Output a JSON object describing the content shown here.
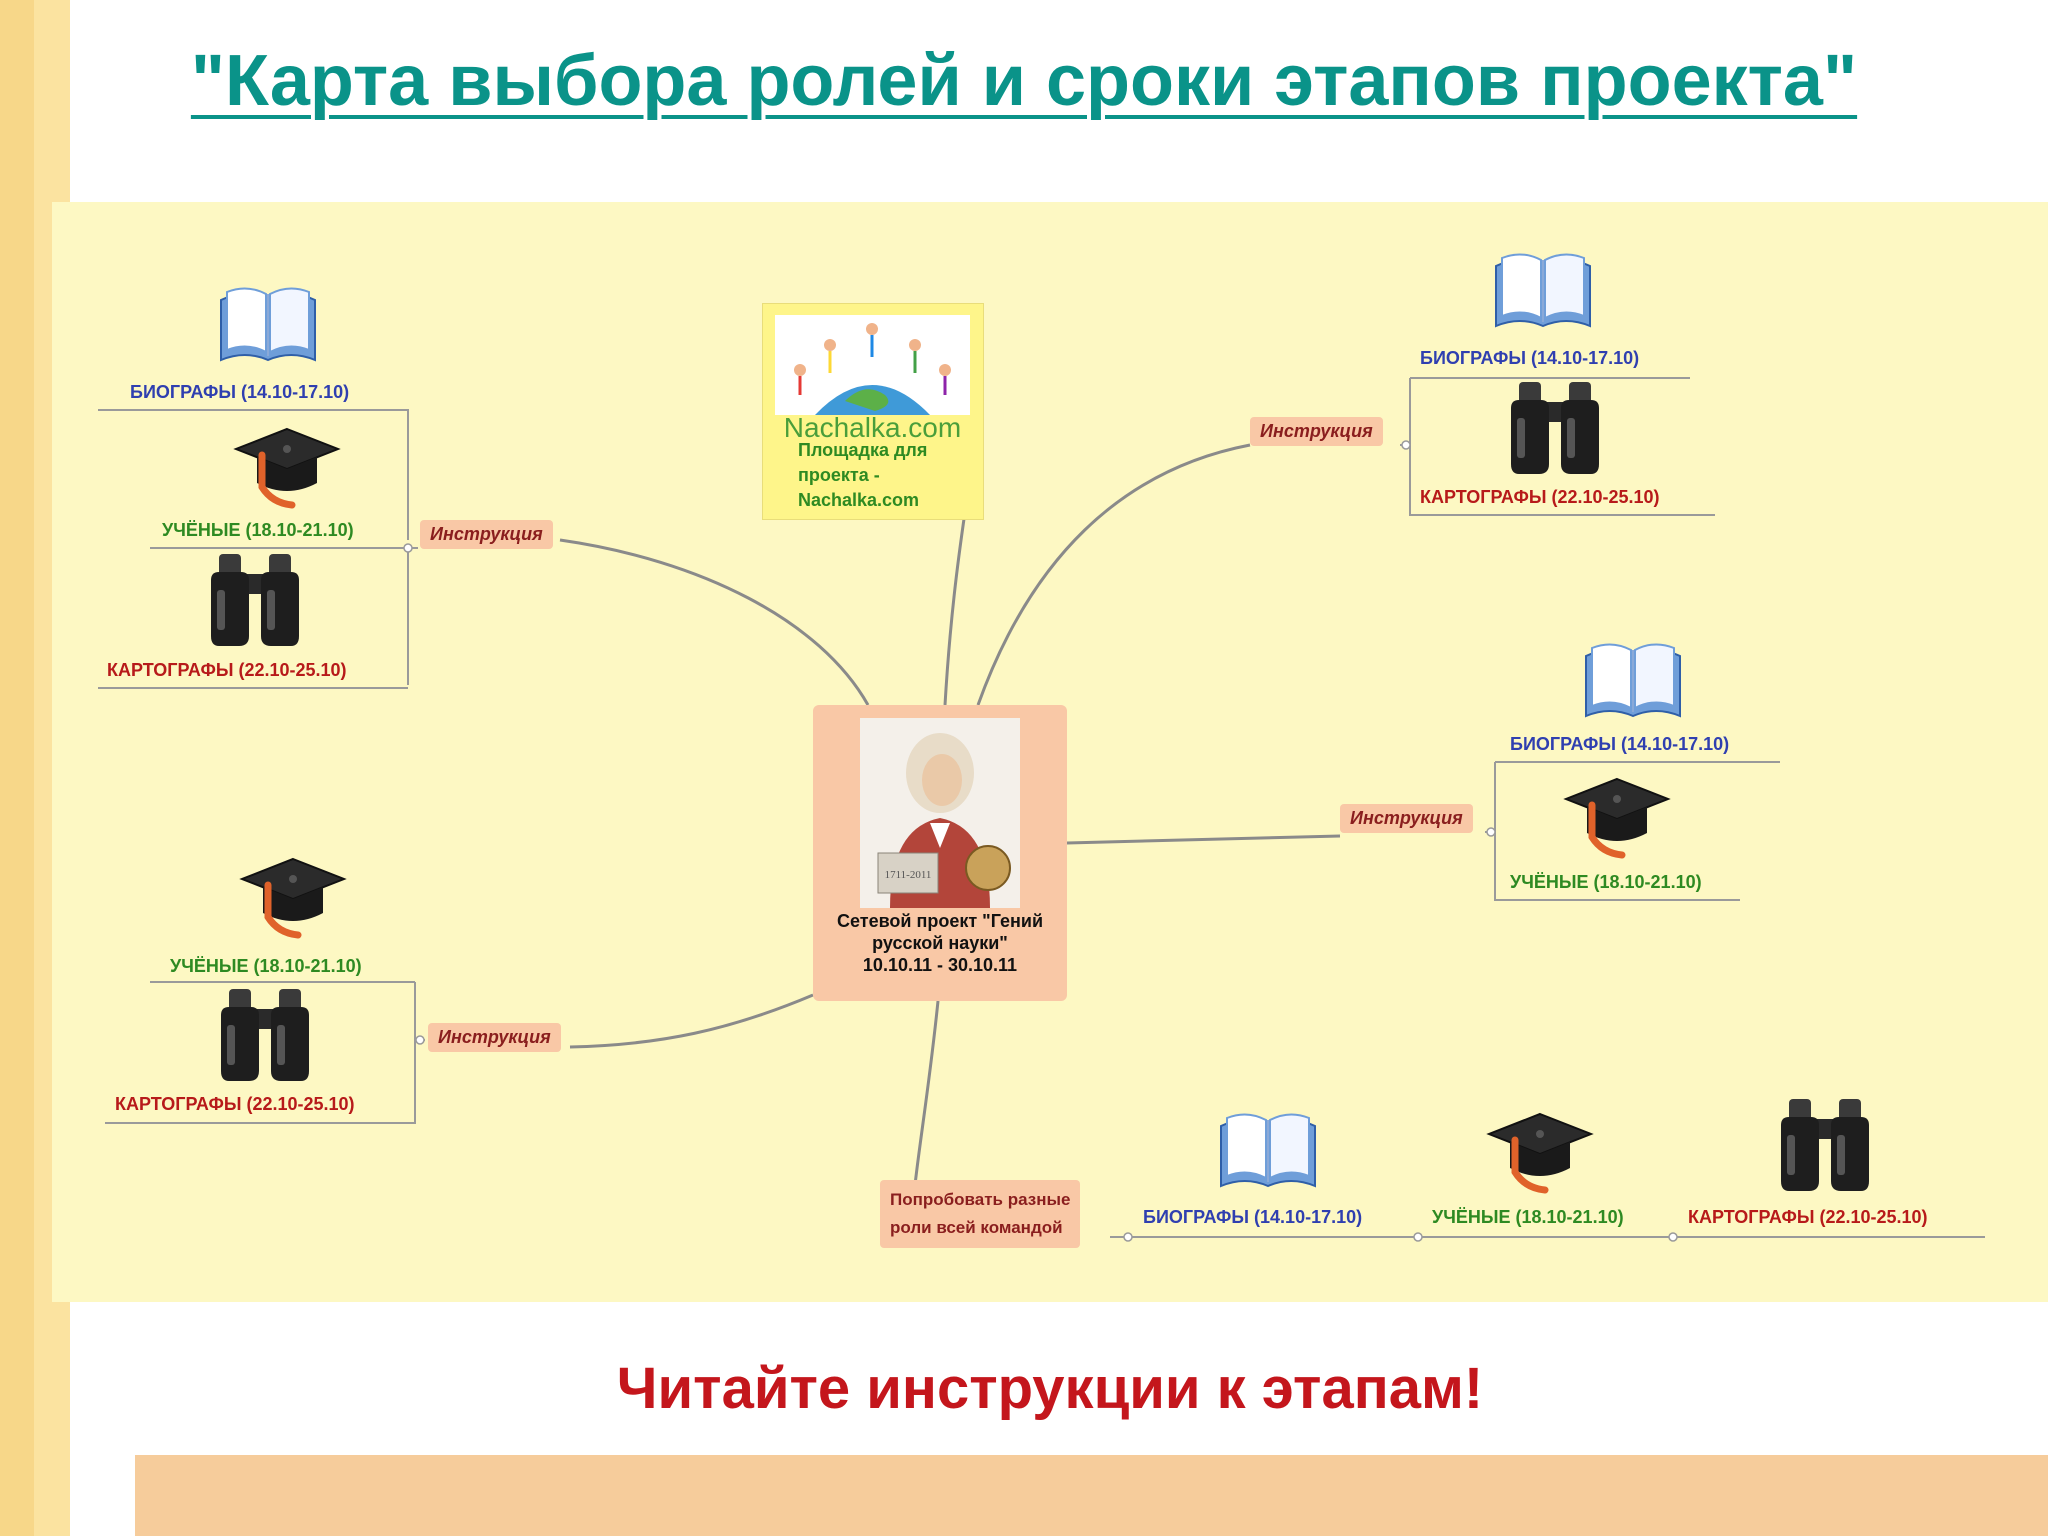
{
  "title": "\"Карта выбора ролей и сроки этапов проекта\"",
  "footer": "Читайте инструкции к этапам!",
  "center": {
    "line1": "Сетевой проект \"Гений",
    "line2": "русской науки\"",
    "line3": "10.10.11 - 30.10.11",
    "portrait_caption": "1711-2011"
  },
  "platform": {
    "logo": "Nachalka.com",
    "line1": "Площадка для",
    "line2": "проекта -",
    "line3": "Nachalka.com"
  },
  "instruction_label": "Инструкция",
  "team_label": {
    "line1": "Попробовать разные",
    "line2": "роли всей командой"
  },
  "roles": {
    "bio": "БИОГРАФЫ (14.10-17.10)",
    "sci": "УЧЁНЫЕ (18.10-21.10)",
    "map": "КАРТОГРАФЫ (22.10-25.10)"
  },
  "colors": {
    "title": "#0a9389",
    "footer": "#c4161c",
    "bio": "#2f3fb0",
    "sci": "#2e8a22",
    "map": "#b71a1a",
    "node": "#f9c8a6",
    "canvas": "#fdf8c3"
  }
}
